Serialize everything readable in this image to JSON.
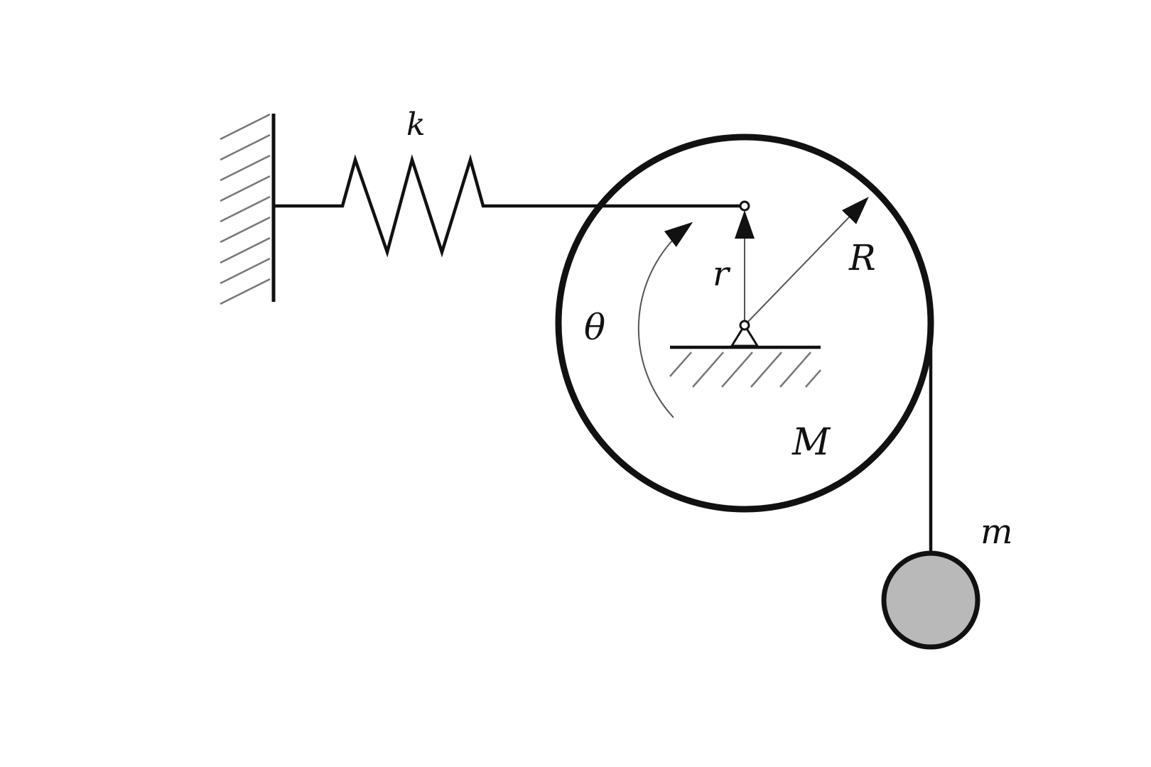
{
  "labels": {
    "spring_constant": "k",
    "inner_radius": "r",
    "outer_radius": "R",
    "angle": "θ",
    "disk_mass": "M",
    "hanging_mass": "m"
  },
  "colors": {
    "line": "#111111",
    "hatch": "#777777",
    "radius_line": "#555555",
    "mass_fill": "#b9b9b9",
    "background": "#ffffff"
  }
}
